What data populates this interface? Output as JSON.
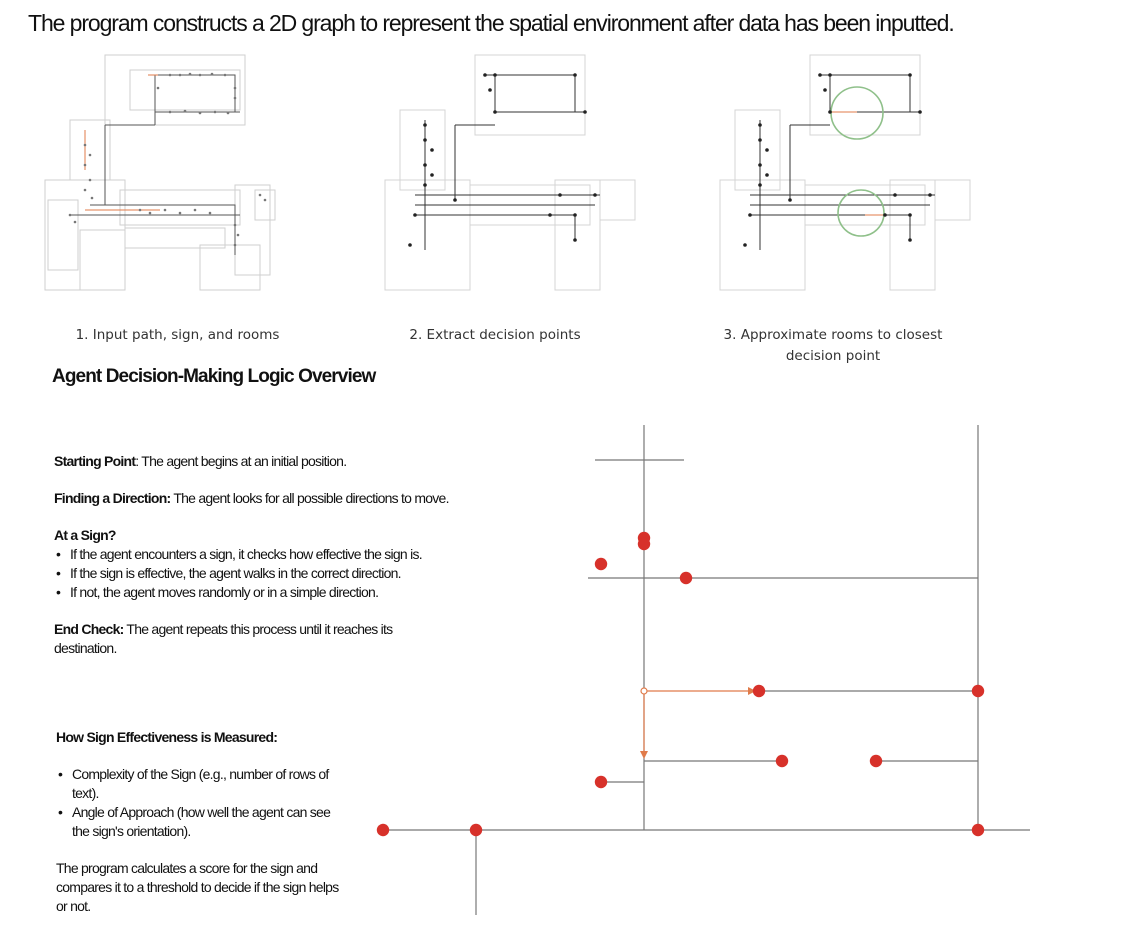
{
  "header": {
    "headline": "The program constructs a 2D graph to represent the spatial environment after data has been inputted."
  },
  "steps": [
    {
      "caption": "1. Input path, sign, and rooms"
    },
    {
      "caption": "2. Extract decision points"
    },
    {
      "caption_line1": "3. Approximate rooms to closest",
      "caption_line2": "decision point"
    }
  ],
  "logic": {
    "title": "Agent Decision-Making Logic Overview",
    "starting_label": "Starting Point",
    "starting_text": ": The agent begins at an initial position.",
    "direction_label": "Finding a Direction:",
    "direction_text": " The agent looks for all possible directions to move.",
    "sign_label": "At a Sign?",
    "sign_bullets": [
      "If the agent encounters a sign, it checks how effective the sign is.",
      "If the sign is effective, the agent walks in the correct direction.",
      "If not, the agent moves randomly or in a simple direction."
    ],
    "end_label": "End Check:",
    "end_text": " The agent repeats this process until it reaches its destination."
  },
  "measure": {
    "title": "How Sign Effectiveness is Measured:",
    "bullets": [
      "Complexity of the Sign (e.g., number of rows of text).",
      "Angle of Approach (how well the agent can see the sign's orientation)."
    ],
    "summary": "The program calculates a score for the sign and compares it to a threshold to decide if the sign helps or not."
  },
  "colors": {
    "node": "#d7312a",
    "edge": "#777777",
    "path": "#e07b4a",
    "room_circle": "#8fc08a",
    "floorplan": "#c9c9c9"
  }
}
